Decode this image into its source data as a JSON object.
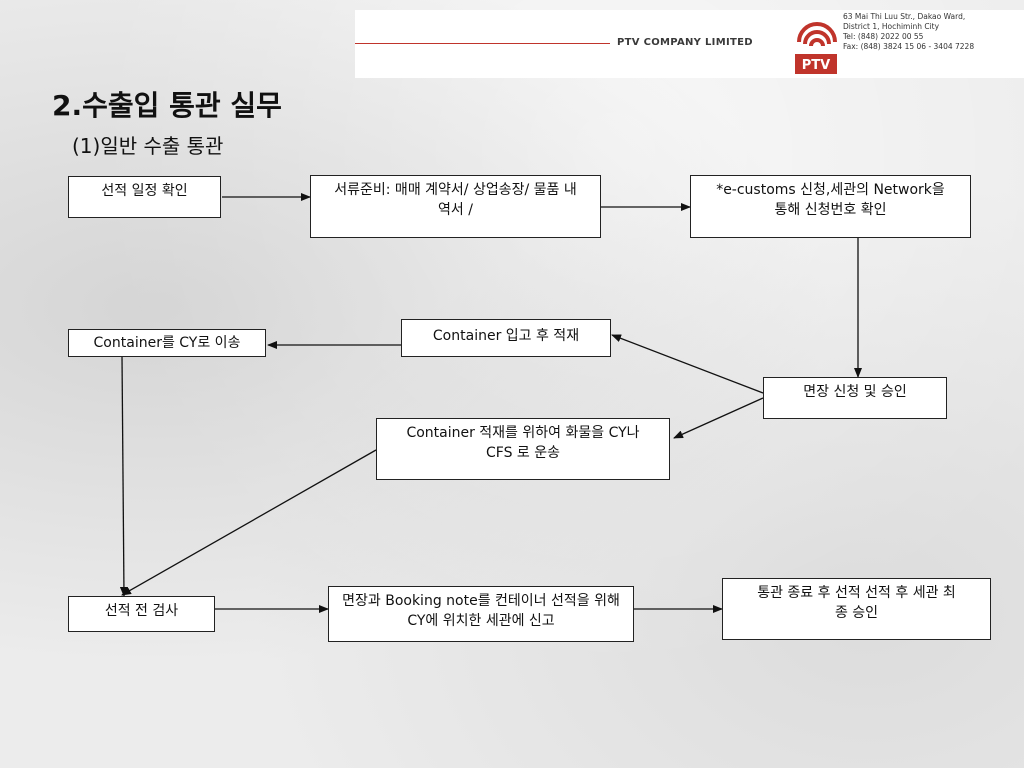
{
  "header": {
    "company": "PTV COMPANY LIMITED",
    "logo_text": "PTV",
    "address_lines": [
      "63 Mai Thi Luu Str., Dakao Ward,",
      "District 1, Hochiminh City",
      "Tel: (848) 2022 00 55",
      "Fax: (848) 3824 15 06 - 3404 7228"
    ],
    "accent_color": "#c0342b"
  },
  "slide": {
    "title": "2.수출입 통관 실무",
    "subtitle": "(1)일반 수출 통관"
  },
  "boxes": {
    "schedule": "선적 일정 확인",
    "documents": "서류준비: 매매 계약서/ 상업송장/ 물품 내역서 /",
    "ecustoms": "*e-customs 신청,세관의 Network을 통해 신청번호 확인",
    "move_cy": "Container를 CY로 이송",
    "loading": "Container 입고 후 적재",
    "approval": "면장 신청 및 승인",
    "transport": "Container 적재를 위하여 화물을 CY나 CFS 로 운송",
    "inspection": "선적 전 검사",
    "report": "면장과 Booking note를 컨테이너 선적을 위해 CY에 위치한 세관에 신고",
    "final": "통관 종료 후 선적 선적 후 세관 최종 승인"
  }
}
